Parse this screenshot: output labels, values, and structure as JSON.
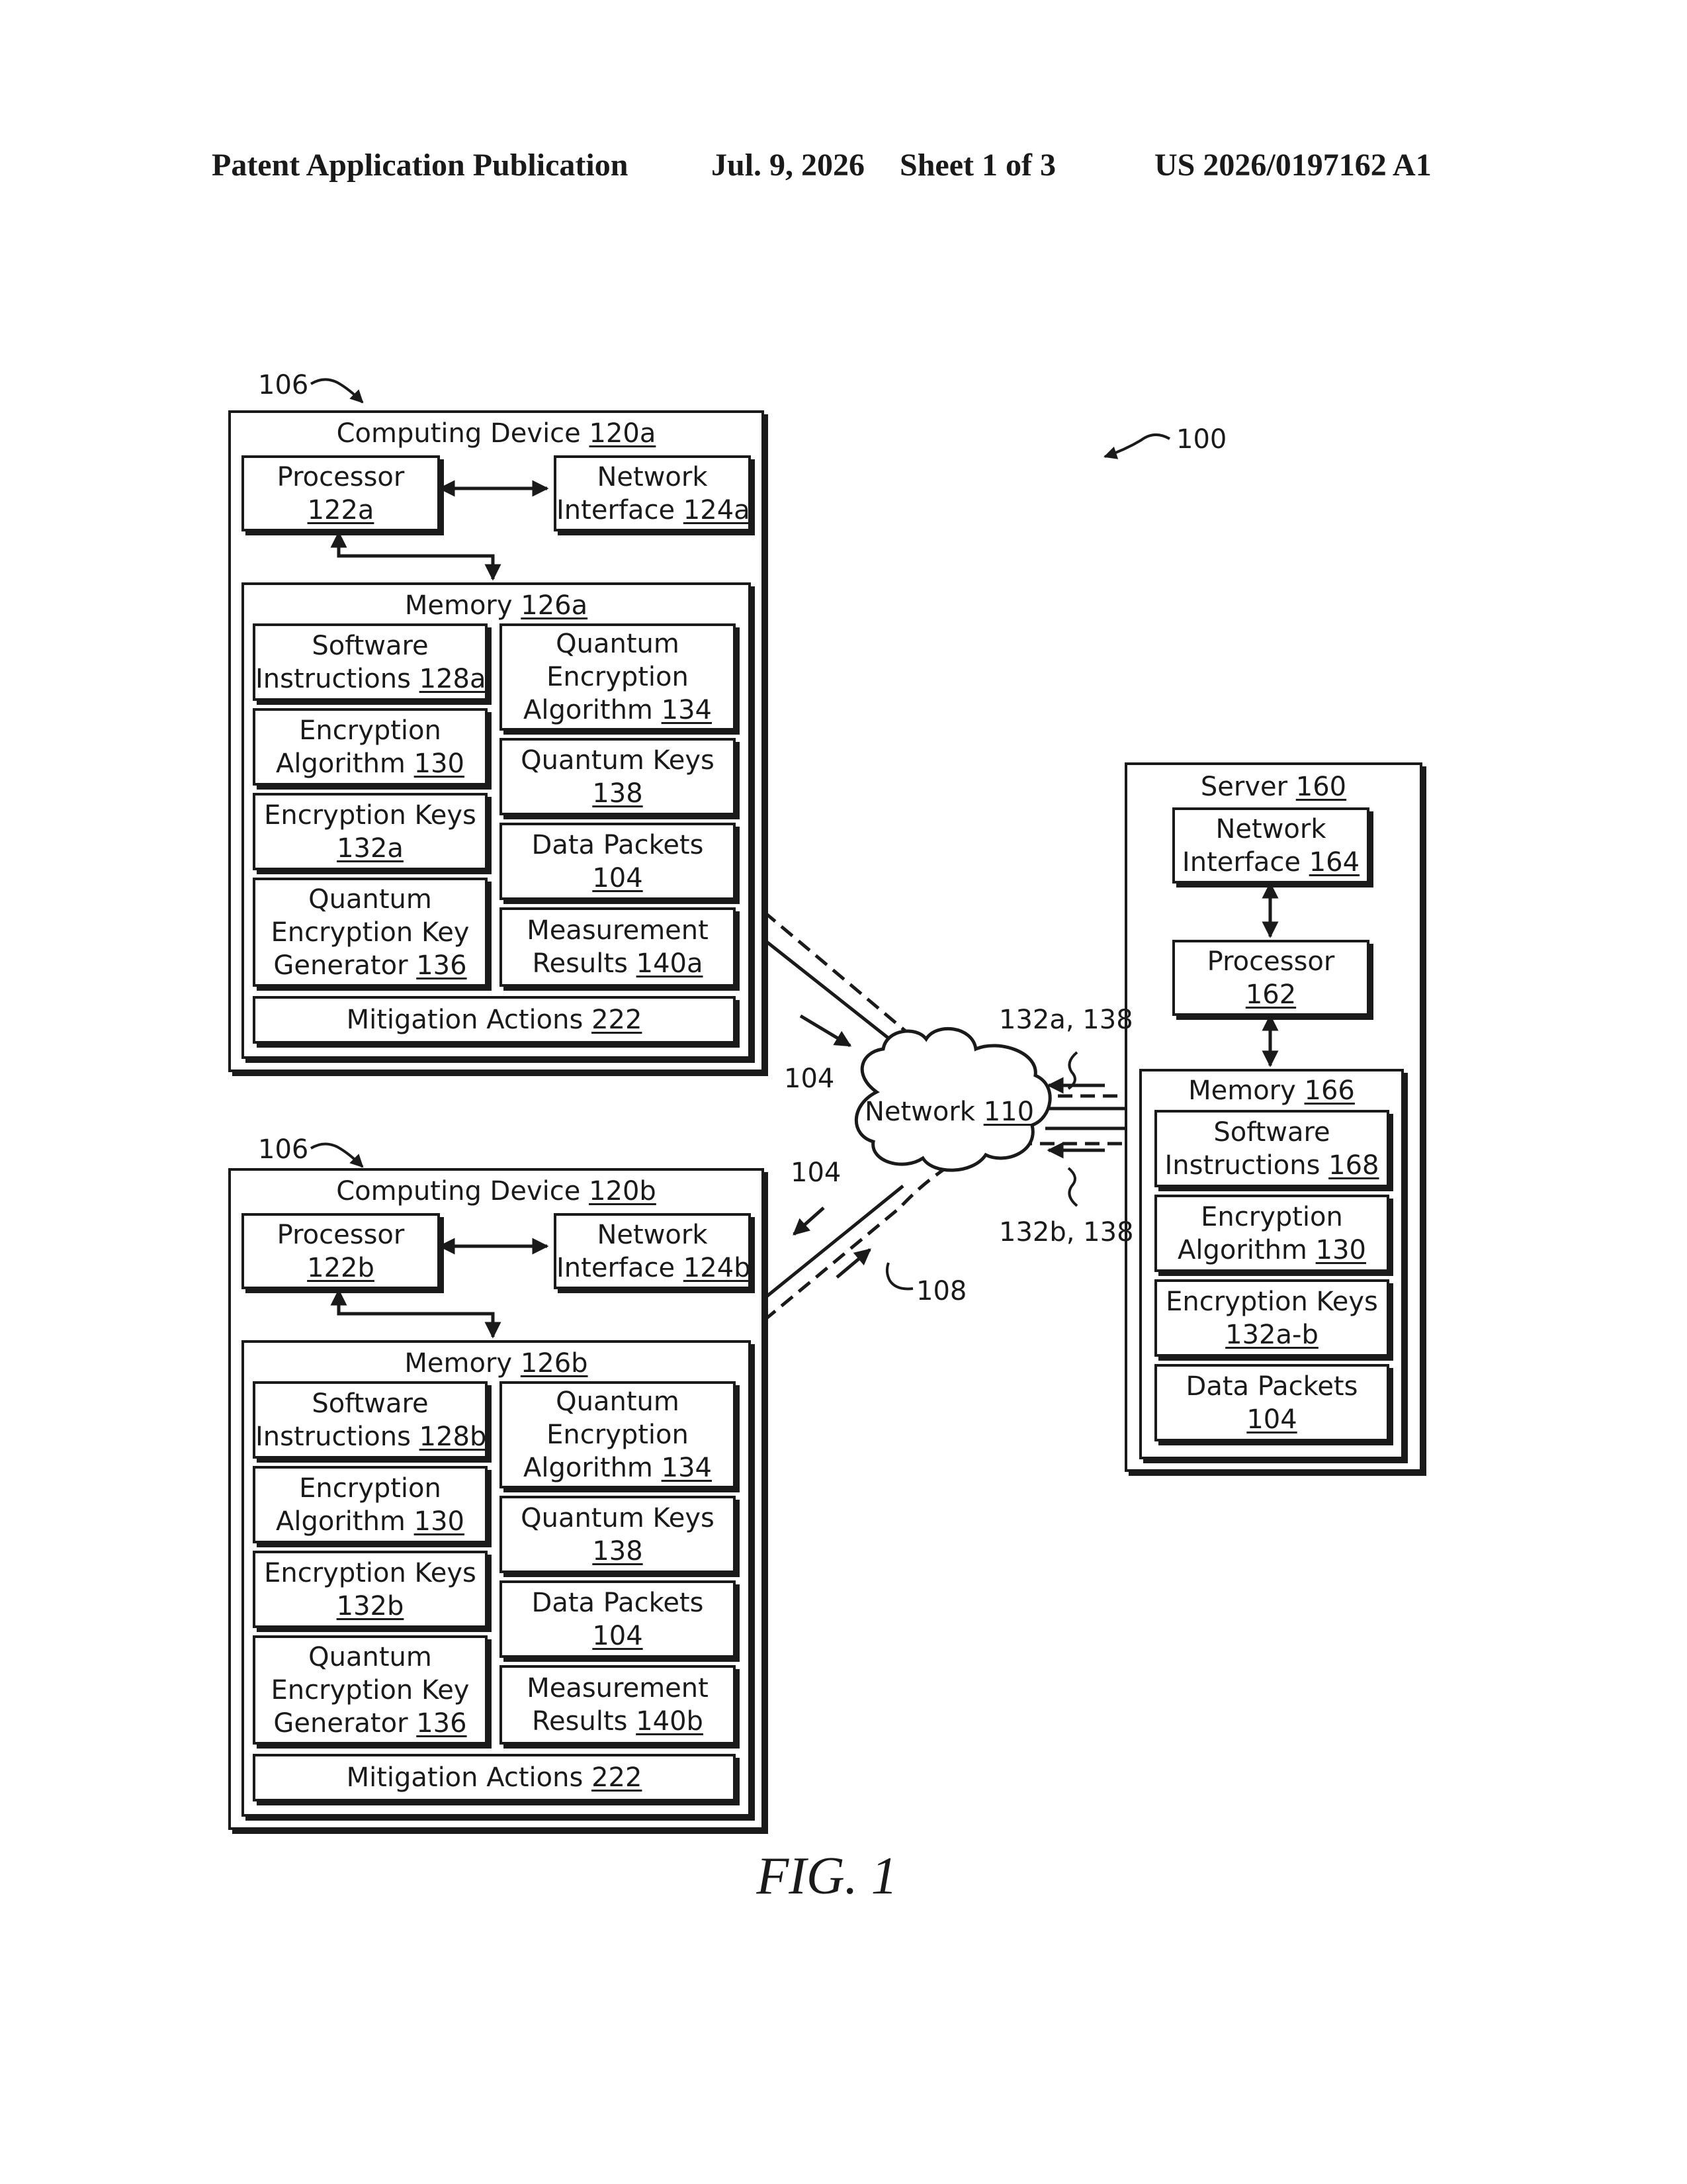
{
  "header": {
    "publication": "Patent Application Publication",
    "date": "Jul. 9, 2026",
    "sheet": "Sheet 1 of 3",
    "number": "US 2026/0197162 A1"
  },
  "figure_label": "FIG. 1",
  "callouts": {
    "system": "100",
    "device_a": "106",
    "device_b": "106",
    "packets_top": "104",
    "packets_bottom": "104",
    "link": "108",
    "keys_a": "132a, 138",
    "keys_b": "132b, 138"
  },
  "network": {
    "name": "Network",
    "ref": "110"
  },
  "device_a": {
    "title": "Computing Device ",
    "title_ref": "120a",
    "processor": {
      "line1": "Processor",
      "ref": "122a"
    },
    "network_interface": {
      "line1": "Network",
      "line2": "Interface ",
      "ref": "124a"
    },
    "memory": {
      "title": "Memory ",
      "ref": "126a"
    },
    "software": {
      "line1": "Software",
      "line2": "Instructions ",
      "ref": "128a"
    },
    "enc_alg": {
      "line1": "Encryption",
      "line2": "Algorithm ",
      "ref": "130"
    },
    "enc_keys": {
      "line1": "Encryption Keys",
      "ref": "132a"
    },
    "qekg": {
      "line1": "Quantum",
      "line2": "Encryption Key",
      "line3": "Generator ",
      "ref": "136"
    },
    "qea": {
      "line1": "Quantum",
      "line2": "Encryption",
      "line3": "Algorithm ",
      "ref": "134"
    },
    "qkeys": {
      "line1": "Quantum Keys",
      "ref": "138"
    },
    "packets": {
      "line1": "Data Packets",
      "ref": "104"
    },
    "measurement": {
      "line1": "Measurement",
      "line2": "Results ",
      "ref": "140a"
    },
    "mitigation": {
      "line1": "Mitigation Actions ",
      "ref": "222"
    }
  },
  "device_b": {
    "title": "Computing Device ",
    "title_ref": "120b",
    "processor": {
      "line1": "Processor",
      "ref": "122b"
    },
    "network_interface": {
      "line1": "Network",
      "line2": "Interface ",
      "ref": "124b"
    },
    "memory": {
      "title": "Memory ",
      "ref": "126b"
    },
    "software": {
      "line1": "Software",
      "line2": "Instructions ",
      "ref": "128b"
    },
    "enc_alg": {
      "line1": "Encryption",
      "line2": "Algorithm ",
      "ref": "130"
    },
    "enc_keys": {
      "line1": "Encryption Keys",
      "ref": "132b"
    },
    "qekg": {
      "line1": "Quantum",
      "line2": "Encryption Key",
      "line3": "Generator ",
      "ref": "136"
    },
    "qea": {
      "line1": "Quantum",
      "line2": "Encryption",
      "line3": "Algorithm ",
      "ref": "134"
    },
    "qkeys": {
      "line1": "Quantum Keys",
      "ref": "138"
    },
    "packets": {
      "line1": "Data Packets",
      "ref": "104"
    },
    "measurement": {
      "line1": "Measurement",
      "line2": "Results ",
      "ref": "140b"
    },
    "mitigation": {
      "line1": "Mitigation Actions ",
      "ref": "222"
    }
  },
  "server": {
    "title": "Server ",
    "title_ref": "160",
    "network_interface": {
      "line1": "Network",
      "line2": "Interface ",
      "ref": "164"
    },
    "processor": {
      "line1": "Processor",
      "ref": "162"
    },
    "memory": {
      "title": "Memory ",
      "ref": "166"
    },
    "software": {
      "line1": "Software",
      "line2": "Instructions  ",
      "ref": "168"
    },
    "enc_alg": {
      "line1": "Encryption",
      "line2": "Algorithm ",
      "ref": "130"
    },
    "enc_keys": {
      "line1": "Encryption Keys",
      "ref": "132a-b"
    },
    "packets": {
      "line1": "Data Packets",
      "ref": "104"
    }
  }
}
